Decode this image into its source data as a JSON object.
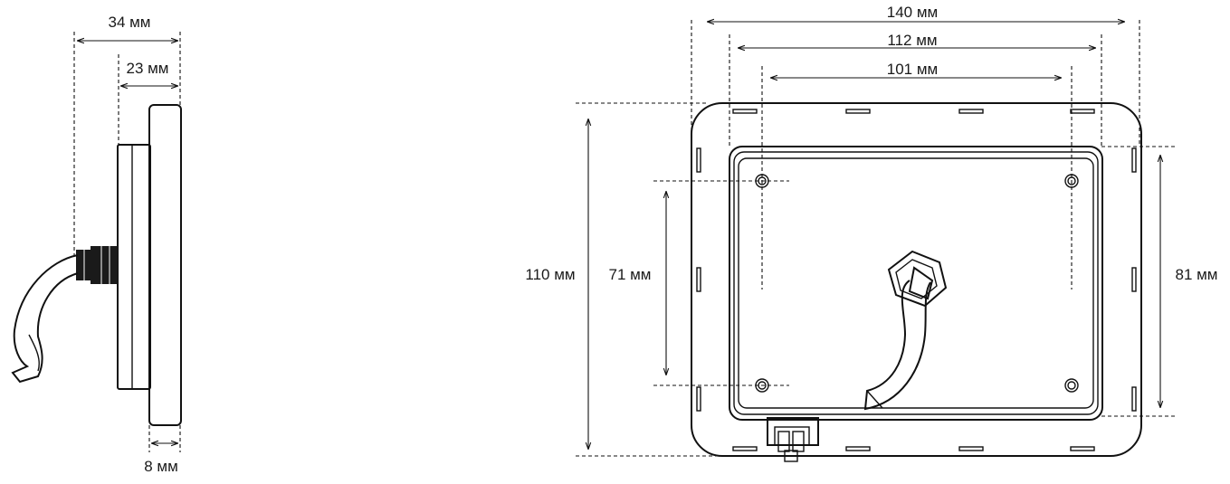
{
  "side_view": {
    "depth_total": "34 мм",
    "depth_body": "23 мм",
    "front_thickness": "8 мм"
  },
  "front_view": {
    "width_total": "140 мм",
    "width_inner": "112 мм",
    "hole_spacing_h": "101 мм",
    "height_total": "110 мм",
    "hole_spacing_v": "71 мм",
    "height_inner": "81 мм"
  }
}
